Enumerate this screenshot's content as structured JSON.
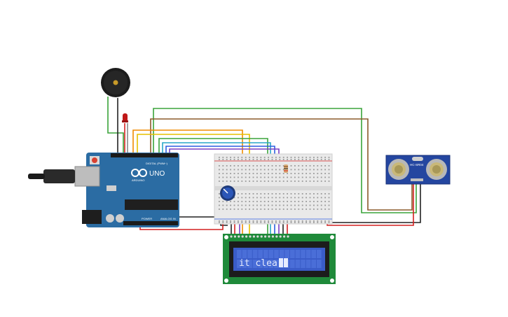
{
  "arduino": {
    "brand": "ARDUINO",
    "model": "UNO",
    "digital_header_label": "DIGITAL (PWM~)",
    "power_label": "POWER",
    "analog_label": "ANALOG IN"
  },
  "ultrasonic": {
    "model_label": "HC-SR04"
  },
  "lcd": {
    "display_text": "it clear"
  },
  "colors": {
    "board": "#2b6ca3",
    "breadboard": "#e9e9e9",
    "lcd_screen": "#3a5cc8",
    "lcd_pcb": "#1f8a3a",
    "sensor": "#2446a0",
    "wire_red": "#d42121",
    "wire_black": "#222222",
    "wire_green": "#3aa33a",
    "wire_brown": "#8b5a2b",
    "wire_orange": "#f08c00",
    "wire_yellow": "#e6c000",
    "wire_blue": "#2d5de0",
    "wire_purple": "#7a3fc4",
    "wire_cyan": "#2aa6c8"
  }
}
